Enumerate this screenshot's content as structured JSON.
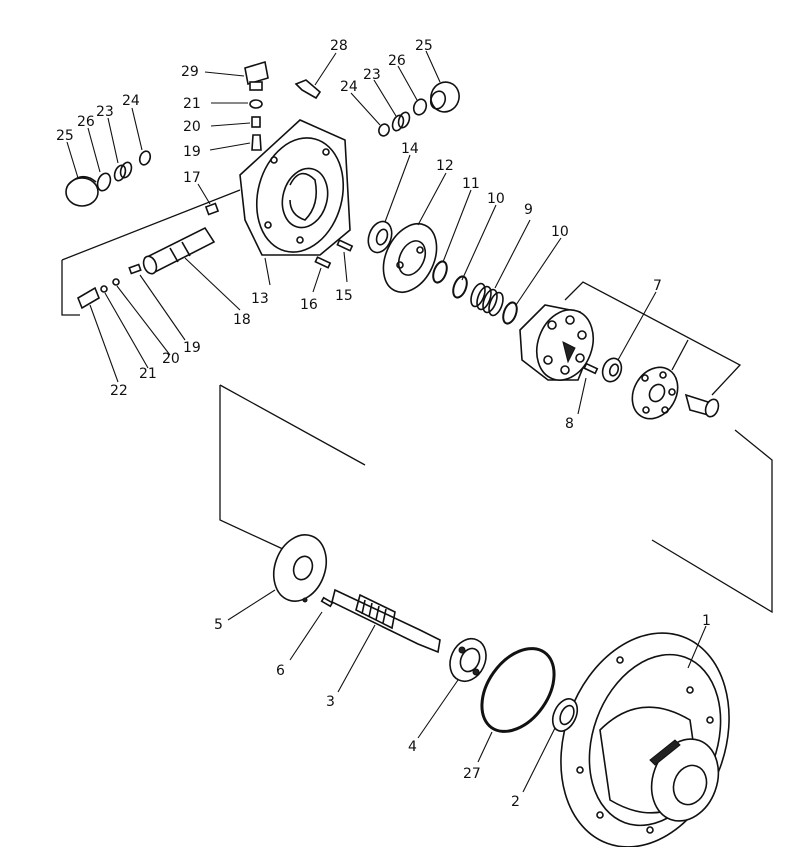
{
  "callouts": [
    {
      "id": "c1",
      "text": "1"
    },
    {
      "id": "c2",
      "text": "2"
    },
    {
      "id": "c3",
      "text": "3"
    },
    {
      "id": "c4",
      "text": "4"
    },
    {
      "id": "c5",
      "text": "5"
    },
    {
      "id": "c6",
      "text": "6"
    },
    {
      "id": "c7",
      "text": "7"
    },
    {
      "id": "c8",
      "text": "8"
    },
    {
      "id": "c9",
      "text": "9"
    },
    {
      "id": "c10a",
      "text": "10"
    },
    {
      "id": "c10b",
      "text": "10"
    },
    {
      "id": "c11",
      "text": "11"
    },
    {
      "id": "c12",
      "text": "12"
    },
    {
      "id": "c13",
      "text": "13"
    },
    {
      "id": "c14",
      "text": "14"
    },
    {
      "id": "c15",
      "text": "15"
    },
    {
      "id": "c16",
      "text": "16"
    },
    {
      "id": "c17",
      "text": "17"
    },
    {
      "id": "c18",
      "text": "18"
    },
    {
      "id": "c19a",
      "text": "19"
    },
    {
      "id": "c19b",
      "text": "19"
    },
    {
      "id": "c20a",
      "text": "20"
    },
    {
      "id": "c20b",
      "text": "20"
    },
    {
      "id": "c21a",
      "text": "21"
    },
    {
      "id": "c21b",
      "text": "21"
    },
    {
      "id": "c22",
      "text": "22"
    },
    {
      "id": "c23a",
      "text": "23"
    },
    {
      "id": "c23b",
      "text": "23"
    },
    {
      "id": "c24a",
      "text": "24"
    },
    {
      "id": "c24b",
      "text": "24"
    },
    {
      "id": "c25a",
      "text": "25"
    },
    {
      "id": "c25b",
      "text": "25"
    },
    {
      "id": "c26a",
      "text": "26"
    },
    {
      "id": "c26b",
      "text": "26"
    },
    {
      "id": "c27",
      "text": "27"
    },
    {
      "id": "c28",
      "text": "28"
    },
    {
      "id": "c29",
      "text": "29"
    }
  ]
}
